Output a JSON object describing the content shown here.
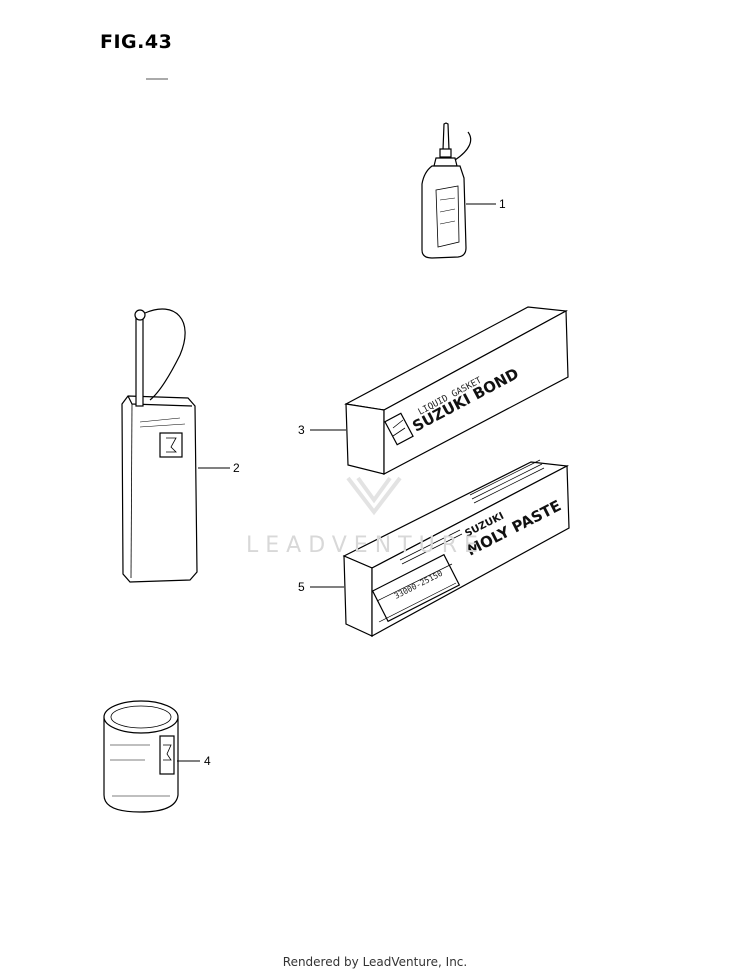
{
  "figure": {
    "title": "FIG.43"
  },
  "callouts": [
    {
      "id": "1",
      "label": "1"
    },
    {
      "id": "2",
      "label": "2"
    },
    {
      "id": "3",
      "label": "3"
    },
    {
      "id": "4",
      "label": "4"
    },
    {
      "id": "5",
      "label": "5"
    }
  ],
  "packages": {
    "bond": {
      "line1": "LIQUID GASKET",
      "line2": "SUZUKI BOND"
    },
    "paste": {
      "line1": "SUZUKI",
      "line2": "MOLY PASTE",
      "part_no": "33000-25150"
    }
  },
  "watermark": "LEADVENTURE",
  "footer": "Rendered by LeadVenture, Inc."
}
